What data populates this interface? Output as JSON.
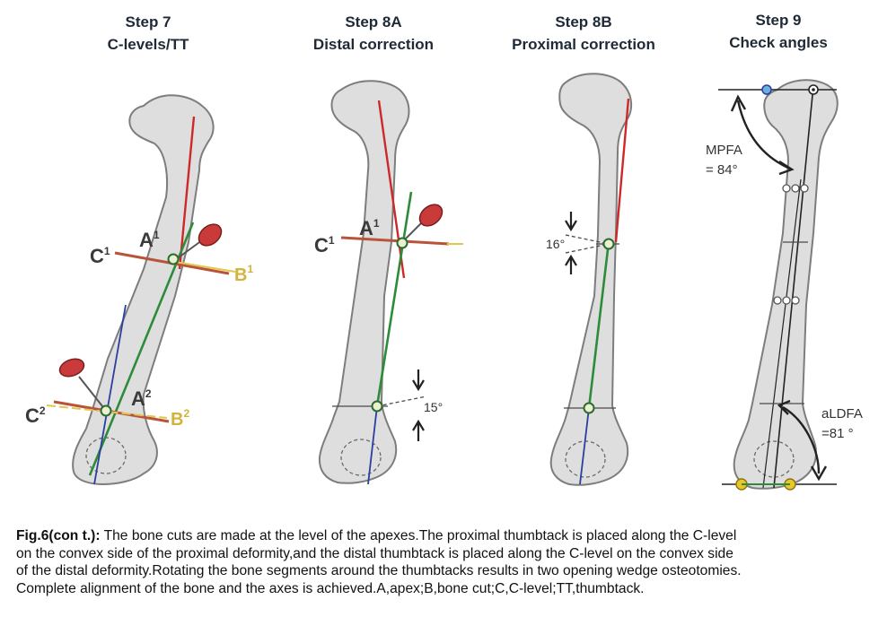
{
  "steps": [
    {
      "step": "Step 7",
      "subtitle": "C-levels/TT"
    },
    {
      "step": "Step 8A",
      "subtitle": "Distal correction"
    },
    {
      "step": "Step 8B",
      "subtitle": "Proximal correction"
    },
    {
      "step": "Step 9",
      "subtitle": "Check angles"
    }
  ],
  "labels": {
    "c1_letter": "C",
    "c1_sup": "1",
    "a1_letter": "A",
    "a1_sup": "1",
    "b1_letter": "B",
    "b1_sup": "1",
    "c2_letter": "C",
    "c2_sup": "2",
    "a2_letter": "A",
    "a2_sup": "2",
    "b2_letter": "B",
    "b2_sup": "2",
    "p2_c1_letter": "C",
    "p2_c1_sup": "1",
    "p2_a1_letter": "A",
    "p2_a1_sup": "1",
    "angle_15": "15°",
    "angle_16": "16°",
    "mpfa_name": "MPFA",
    "mpfa_value": "= 84°",
    "aldfa_name": "aLDFA",
    "aldfa_value": "=81 °"
  },
  "caption": {
    "prefix": "Fig.6(con t.):",
    "line1": " The bone cuts are made at the level of the apexes.The proximal thumbtack is placed along the C-level",
    "line2": "on the convex side of the proximal deformity,and the distal thumbtack is placed along the C-level on the convex side",
    "line3": "of the distal deformity.Rotating the bone segments around the thumbtacks results in two opening wedge osteotomies.",
    "line4": "Complete alignment of the bone and the axes is achieved.A,apex;B,bone cut;C,C-level;TT,thumbtack."
  },
  "colors": {
    "bone_fill": "#dedede",
    "bone_stroke": "#7d7d7d",
    "red_axis": "#cc2a2a",
    "green_axis": "#2e8b3a",
    "blue_axis": "#2a3f9e",
    "c_level_line": "#b9533a",
    "b_line": "#e2c84a",
    "thumbtack_head": "#c93b3b",
    "label_dark": "#3a3a3a",
    "label_yellow": "#d4b33a",
    "hinge_yellow": "#e7c72a"
  }
}
